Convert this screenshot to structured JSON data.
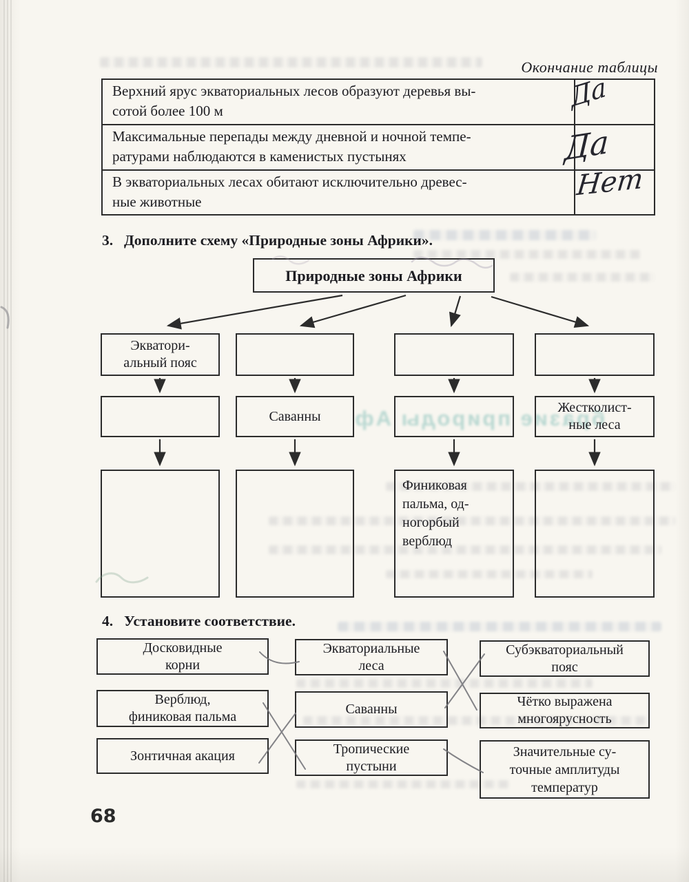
{
  "page": {
    "header_note": "Окончание таблицы",
    "number": "68"
  },
  "table": {
    "rows": [
      {
        "statement": "Верхний ярус экваториальных лесов образуют деревья вы-\nсотой более 100 м",
        "answer": "Да"
      },
      {
        "statement": "Максимальные перепады между дневной и ночной темпе-\nратурами наблюдаются в каменистых пустынях",
        "answer": "Да"
      },
      {
        "statement": "В экваториальных лесах обитают исключительно древес-\nные животные",
        "answer": "Нет"
      }
    ]
  },
  "task3": {
    "number": "3.",
    "title": "Дополните схему «Природные зоны Африки».",
    "scheme": {
      "root": "Природные зоны Африки",
      "row1": [
        "Экватори-\nальный пояс",
        "",
        "",
        ""
      ],
      "row2": [
        "",
        "Саванны",
        "",
        "Жестколист-\nные леса"
      ],
      "row3": [
        "",
        "",
        "Финиковая\nпальма, од-\nногорбый\nверблюд",
        ""
      ]
    }
  },
  "task4": {
    "number": "4.",
    "title": "Установите соответствие.",
    "col1": [
      "Досковидные\nкорни",
      "Верблюд,\nфиниковая пальма",
      "Зонтичная акация"
    ],
    "col2": [
      "Экваториальные\nлеса",
      "Саванны",
      "Тропические\nпустыни"
    ],
    "col3": [
      "Субэкваториальный\nпояс",
      "Чётко выражена\nмногоярусность",
      "Значительные су-\nточные амплитуды\nтемператур"
    ]
  },
  "artifacts": {
    "bleed_heading_mirrored": "бразие природы Аф"
  },
  "colors": {
    "ink": "#1d1d22",
    "box_border": "#2c2c2c",
    "pencil": "#77777c",
    "handwriting_ink": "#26262e",
    "teal_bleedthrough": "#3f9e97",
    "paper": "#f8f6f0"
  }
}
